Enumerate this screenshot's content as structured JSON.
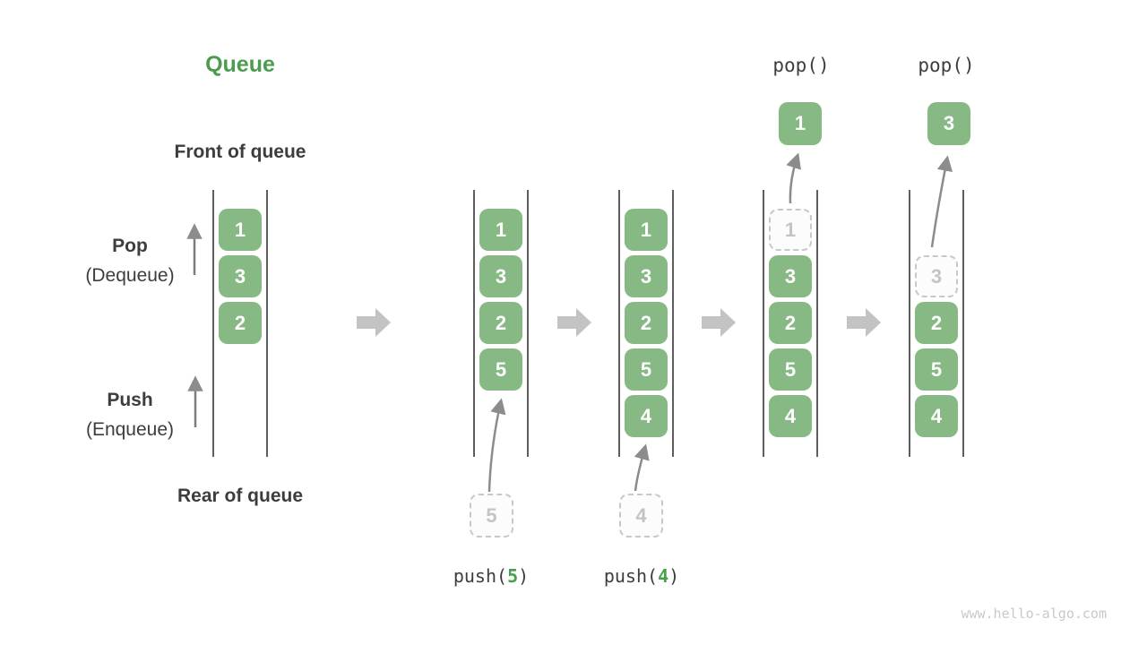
{
  "title": "Queue",
  "side_labels": {
    "front_of_queue": "Front of queue",
    "rear_of_queue": "Rear of queue",
    "pop_title": "Pop",
    "pop_subtitle": "(Dequeue)",
    "push_title": "Push",
    "push_subtitle": "(Enqueue)"
  },
  "watermark": "www.hello-algo.com",
  "colors": {
    "box_green": "#87b984",
    "title_green": "#4a9d4f",
    "code_green": "#47a04a",
    "label_dark": "#3d3d3d",
    "ghost_border": "#c8c8c8",
    "ghost_text": "#c4c4c4",
    "line": "#5e5e5e",
    "block_arrow": "#c3c3c3",
    "curve_arrow": "#8c8c8c",
    "watermark": "#c9c9c9"
  },
  "diagram": {
    "steps": [
      {
        "name": "initial-state",
        "slots": [
          {
            "slot": 0,
            "value": "1",
            "ghost": false
          },
          {
            "slot": 1,
            "value": "3",
            "ghost": false
          },
          {
            "slot": 2,
            "value": "2",
            "ghost": false
          }
        ]
      },
      {
        "name": "after-push-5",
        "slots": [
          {
            "slot": 0,
            "value": "1",
            "ghost": false
          },
          {
            "slot": 1,
            "value": "3",
            "ghost": false
          },
          {
            "slot": 2,
            "value": "2",
            "ghost": false
          },
          {
            "slot": 3,
            "value": "5",
            "ghost": false
          }
        ],
        "pending": "5",
        "caption_pre": "push(",
        "caption_arg": "5",
        "caption_post": ")"
      },
      {
        "name": "after-push-4",
        "slots": [
          {
            "slot": 0,
            "value": "1",
            "ghost": false
          },
          {
            "slot": 1,
            "value": "3",
            "ghost": false
          },
          {
            "slot": 2,
            "value": "2",
            "ghost": false
          },
          {
            "slot": 3,
            "value": "5",
            "ghost": false
          },
          {
            "slot": 4,
            "value": "4",
            "ghost": false
          }
        ],
        "pending": "4",
        "caption_pre": "push(",
        "caption_arg": "4",
        "caption_post": ")"
      },
      {
        "name": "after-pop-1",
        "slots": [
          {
            "slot": 0,
            "value": "1",
            "ghost": true
          },
          {
            "slot": 1,
            "value": "3",
            "ghost": false
          },
          {
            "slot": 2,
            "value": "2",
            "ghost": false
          },
          {
            "slot": 3,
            "value": "5",
            "ghost": false
          },
          {
            "slot": 4,
            "value": "4",
            "ghost": false
          }
        ],
        "op_label": "pop()",
        "popped": "1"
      },
      {
        "name": "after-pop-3",
        "slots": [
          {
            "slot": 1,
            "value": "3",
            "ghost": true
          },
          {
            "slot": 2,
            "value": "2",
            "ghost": false
          },
          {
            "slot": 3,
            "value": "5",
            "ghost": false
          },
          {
            "slot": 4,
            "value": "4",
            "ghost": false
          }
        ],
        "op_label": "pop()",
        "popped": "3"
      }
    ]
  }
}
